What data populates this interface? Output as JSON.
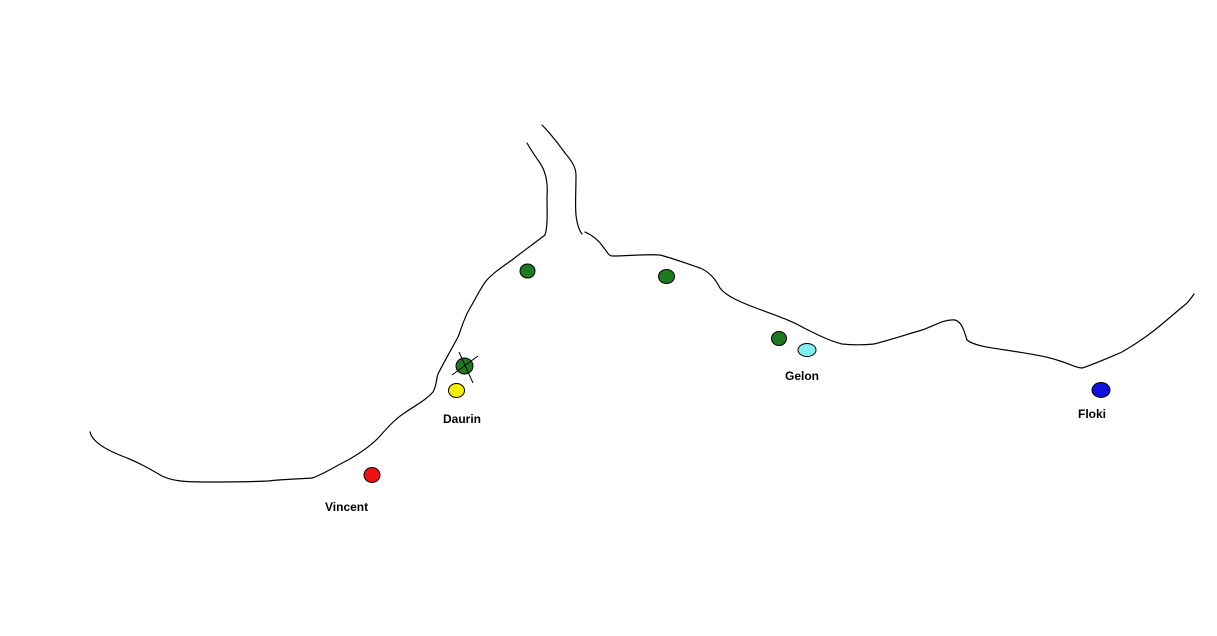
{
  "colors": {
    "background": "#ffffff",
    "coastline": "#000000",
    "feature": "#1e7a1e",
    "vincent": "#ee1111",
    "daurin": "#f5f000",
    "gelon": "#7feeee",
    "floki": "#1111dd"
  },
  "places": {
    "vincent": {
      "name": "Vincent"
    },
    "daurin": {
      "name": "Daurin"
    },
    "gelon": {
      "name": "Gelon"
    },
    "floki": {
      "name": "Floki"
    }
  }
}
